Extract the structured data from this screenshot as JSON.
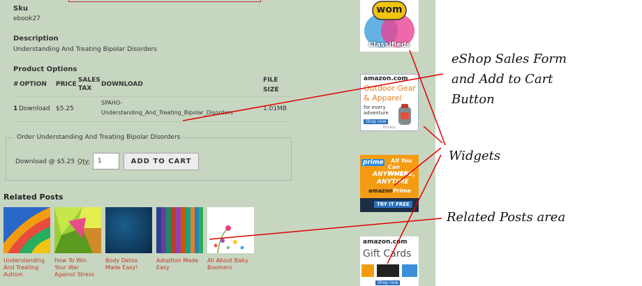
{
  "product": {
    "sku_label": "Sku",
    "sku_value": "ebook27",
    "description_label": "Description",
    "description_value": "Understanding And Treating Bipolar Disorders",
    "options_label": "Product Options",
    "columns": {
      "num": "#",
      "option": "OPTION",
      "price": "PRICE",
      "tax_1": "SALES",
      "tax_2": "TAX",
      "download": "DOWNLOAD",
      "size_1": "FILE",
      "size_2": "SIZE"
    },
    "row": {
      "num": "1",
      "option": "Download",
      "price": "$5.25",
      "download_1": "SPAHO-",
      "download_2": "Understanding_And_Treating_Bipolar_Disorders",
      "size": "1.01MB"
    }
  },
  "order_form": {
    "legend": "Order Understanding And Treating Bipolar Disorders",
    "price_text": "Download @ $5.25",
    "qty_label": "Qty:",
    "qty_value": "1",
    "button_label": "ADD TO CART"
  },
  "related": {
    "heading": "Related Posts",
    "posts": [
      {
        "line1": "Understanding",
        "line2": "And Treating",
        "line3": "Autism"
      },
      {
        "line1": "How To Win",
        "line2": "Your War",
        "line3": "Against Stress"
      },
      {
        "line1": "Body Detox",
        "line2": "Made Easy!",
        "line3": ""
      },
      {
        "line1": "Adoption Made",
        "line2": "Easy",
        "line3": ""
      },
      {
        "line1": "All About Baby",
        "line2": "Boomers",
        "line3": ""
      }
    ]
  },
  "widgets": {
    "wom": {
      "top": "wom",
      "bottom": "Classifieds"
    },
    "outdoor": {
      "brand": "amazon.com",
      "line1": "Outdoor Gear",
      "line2": "& Apparel",
      "line3": "for every",
      "line4": "adventure",
      "cta": "Shop now",
      "privacy": "Privacy"
    },
    "prime": {
      "brand": "prime",
      "line1": "All You",
      "line2": "Can Watch",
      "line3": "ANYWHERE,",
      "line4": "ANYTIME",
      "logo_a": "amazon",
      "logo_b": "Prime",
      "cta": "TRY IT FREE"
    },
    "gift": {
      "brand": "amazon.com",
      "line1": "Gift Cards",
      "cta": "Shop now"
    }
  },
  "annotations": {
    "eshop_1": "eShop Sales Form",
    "eshop_2": "and Add to Cart",
    "eshop_3": "Button",
    "widgets": "Widgets",
    "related": "Related Posts area"
  },
  "colors": {
    "page_bg": "#c7d6c1",
    "link": "#c0392b",
    "annotation_line": "#e00000",
    "amazon_orange": "#f39c12"
  }
}
